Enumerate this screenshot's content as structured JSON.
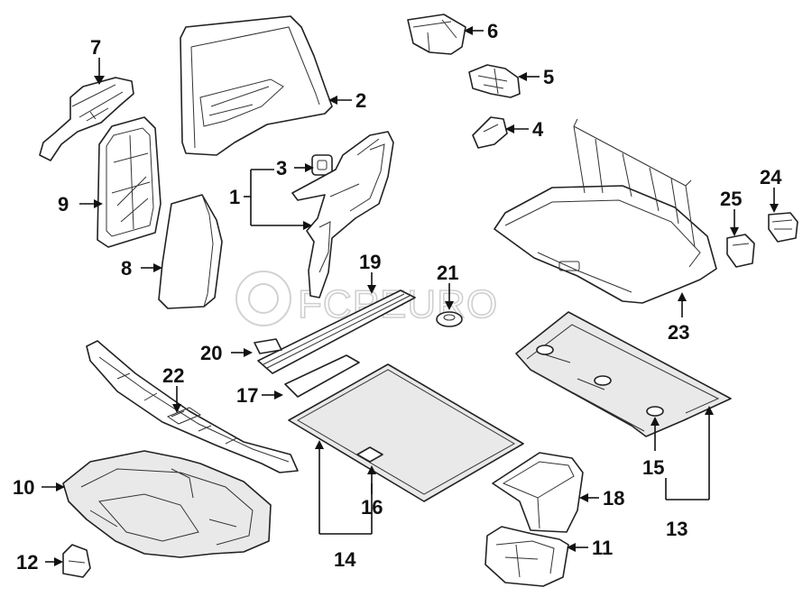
{
  "watermark": {
    "text": "FCPEURO"
  },
  "callouts": [
    {
      "id": "1",
      "label": "1"
    },
    {
      "id": "2",
      "label": "2"
    },
    {
      "id": "3",
      "label": "3"
    },
    {
      "id": "4",
      "label": "4"
    },
    {
      "id": "5",
      "label": "5"
    },
    {
      "id": "6",
      "label": "6"
    },
    {
      "id": "7",
      "label": "7"
    },
    {
      "id": "8",
      "label": "8"
    },
    {
      "id": "9",
      "label": "9"
    },
    {
      "id": "10",
      "label": "10"
    },
    {
      "id": "11",
      "label": "11"
    },
    {
      "id": "12",
      "label": "12"
    },
    {
      "id": "13",
      "label": "13"
    },
    {
      "id": "14",
      "label": "14"
    },
    {
      "id": "15",
      "label": "15"
    },
    {
      "id": "16",
      "label": "16"
    },
    {
      "id": "17",
      "label": "17"
    },
    {
      "id": "18",
      "label": "18"
    },
    {
      "id": "19",
      "label": "19"
    },
    {
      "id": "20",
      "label": "20"
    },
    {
      "id": "21",
      "label": "21"
    },
    {
      "id": "22",
      "label": "22"
    },
    {
      "id": "23",
      "label": "23"
    },
    {
      "id": "24",
      "label": "24"
    },
    {
      "id": "25",
      "label": "25"
    }
  ]
}
